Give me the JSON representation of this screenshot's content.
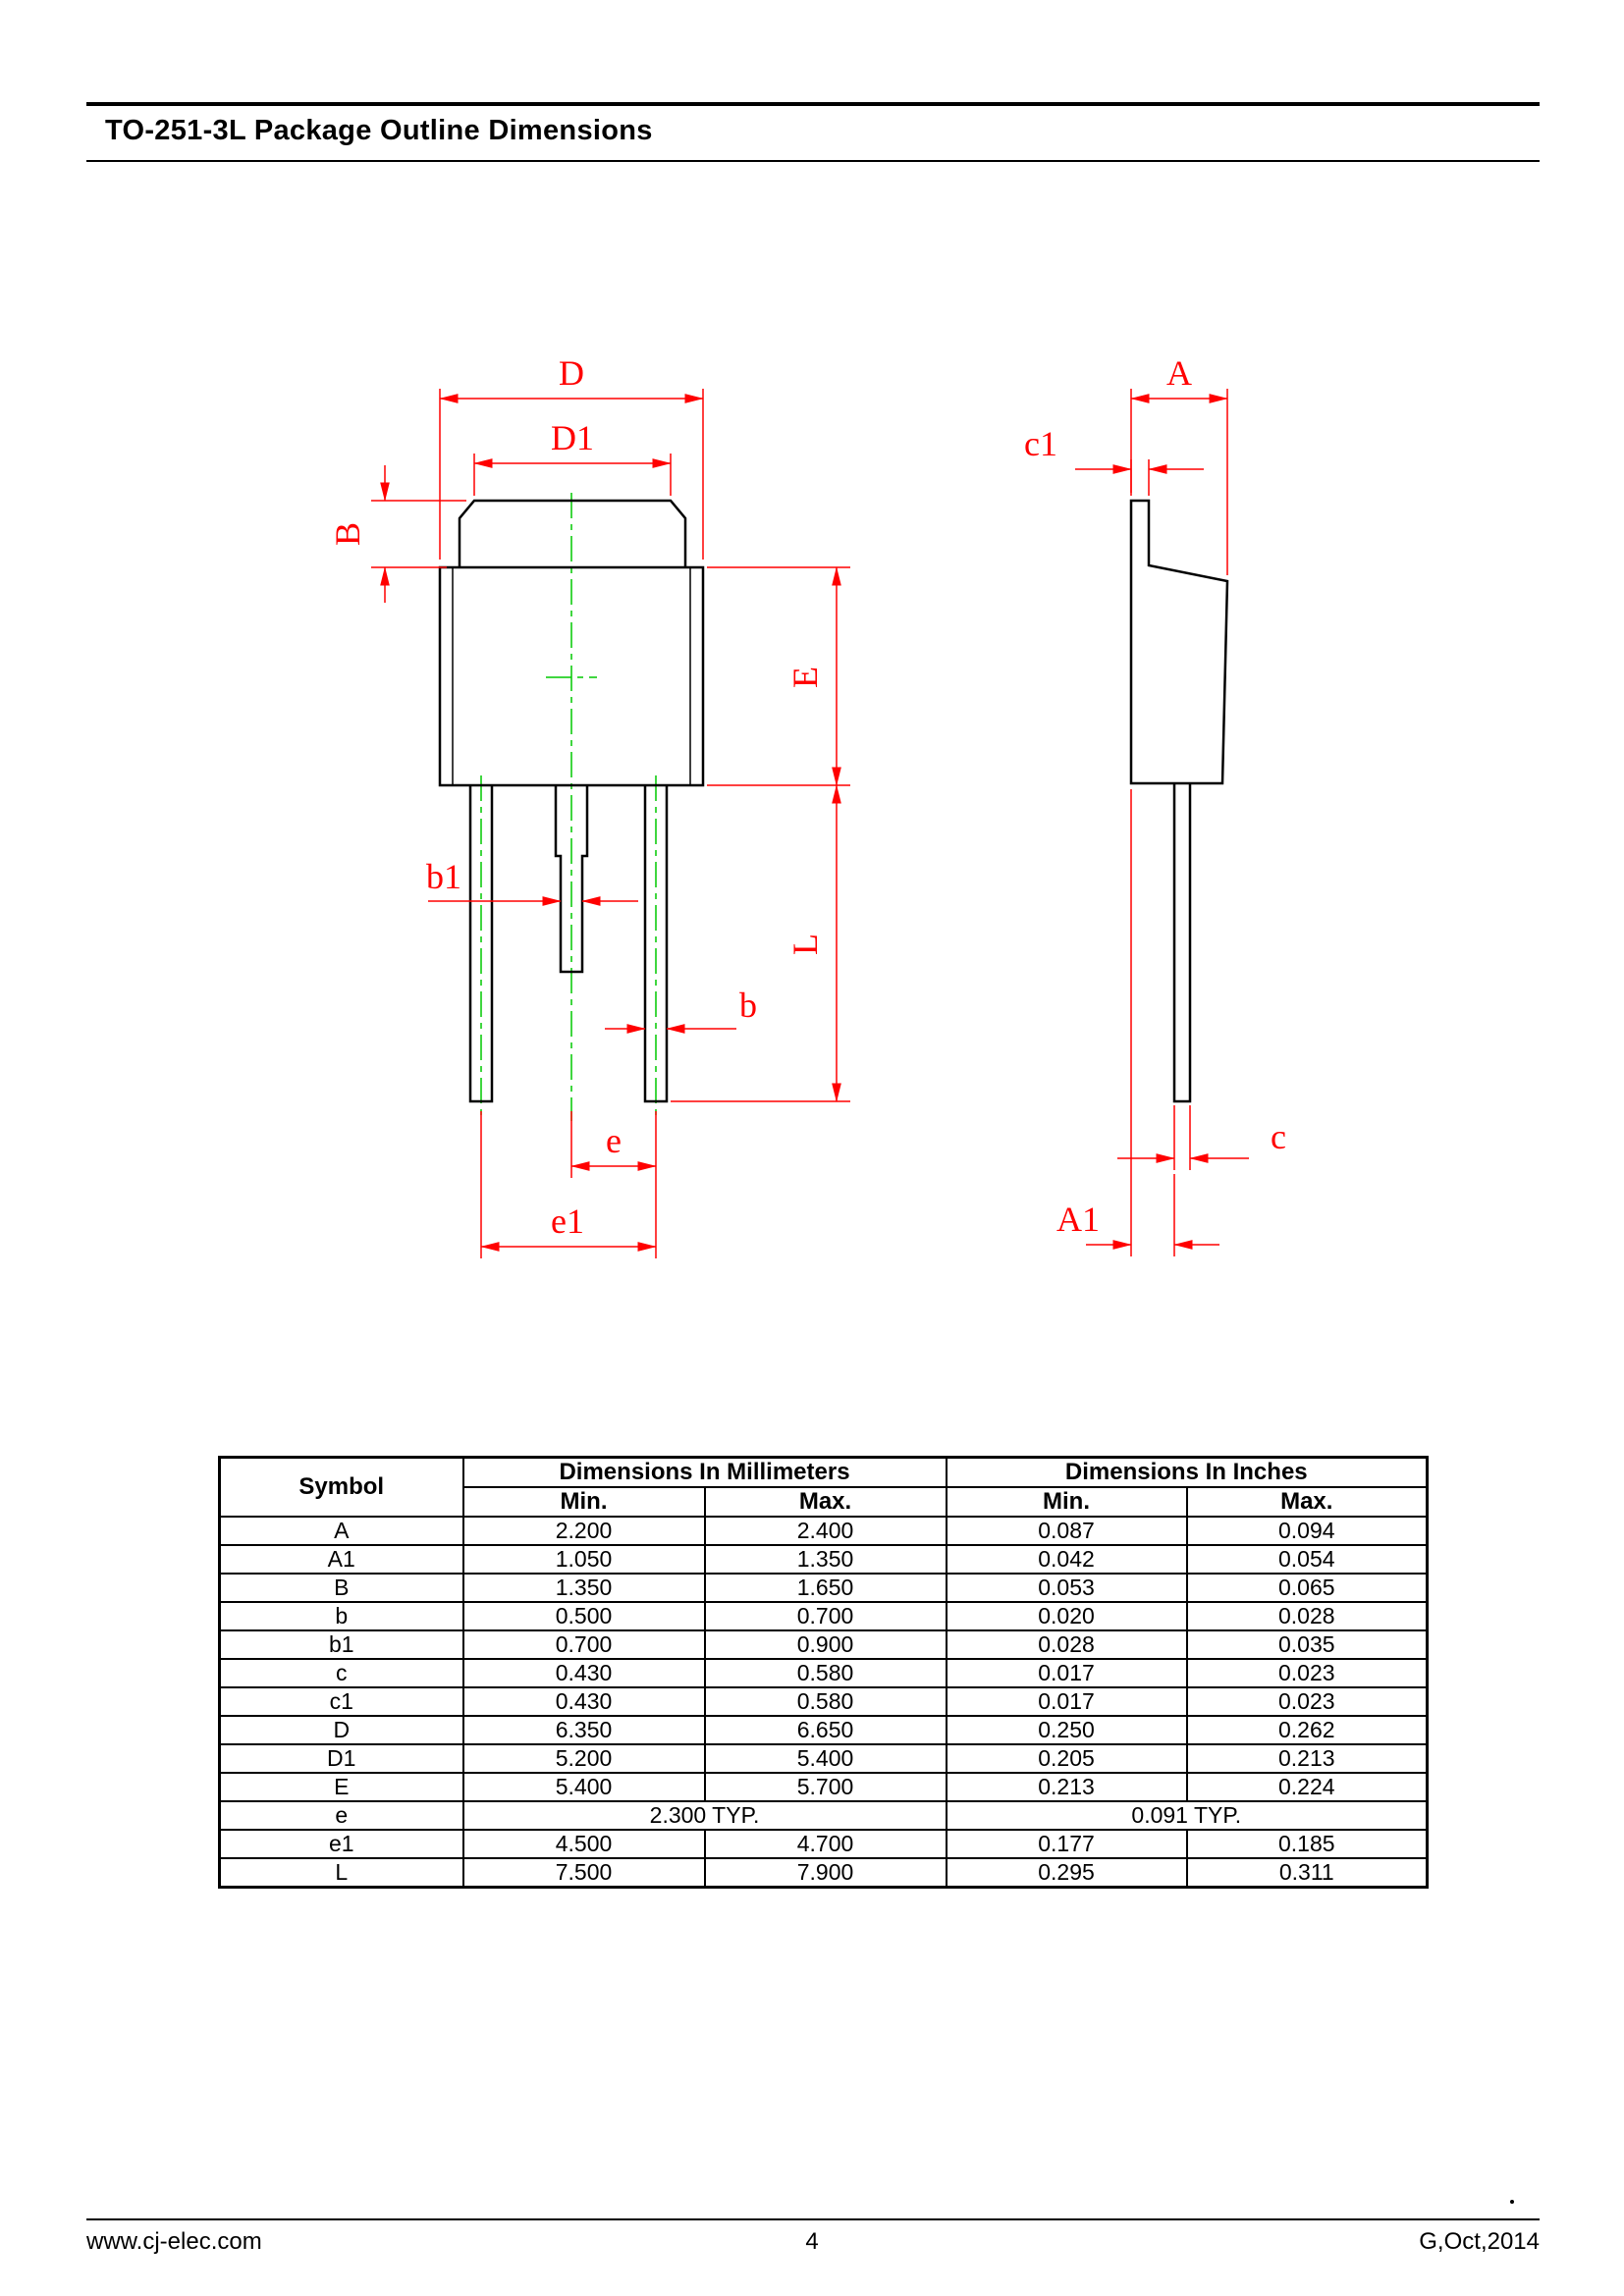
{
  "header": {
    "title": "TO-251-3L Package Outline Dimensions"
  },
  "drawing": {
    "labels": {
      "D": "D",
      "D1": "D1",
      "B": "B",
      "E": "E",
      "L": "L",
      "b1": "b1",
      "b": "b",
      "e": "e",
      "e1": "e1",
      "A": "A",
      "c1": "c1",
      "A1": "A1",
      "c": "c"
    },
    "colors": {
      "dimension_red": "#ff0000",
      "centerline_green": "#00c800",
      "outline_black": "#000000"
    }
  },
  "table": {
    "headers": {
      "symbol": "Symbol",
      "millimeters": "Dimensions In Millimeters",
      "inches": "Dimensions In Inches",
      "min": "Min.",
      "max": "Max."
    },
    "rows": [
      {
        "symbol": "A",
        "mm_min": "2.200",
        "mm_max": "2.400",
        "in_min": "0.087",
        "in_max": "0.094"
      },
      {
        "symbol": "A1",
        "mm_min": "1.050",
        "mm_max": "1.350",
        "in_min": "0.042",
        "in_max": "0.054"
      },
      {
        "symbol": "B",
        "mm_min": "1.350",
        "mm_max": "1.650",
        "in_min": "0.053",
        "in_max": "0.065"
      },
      {
        "symbol": "b",
        "mm_min": "0.500",
        "mm_max": "0.700",
        "in_min": "0.020",
        "in_max": "0.028"
      },
      {
        "symbol": "b1",
        "mm_min": "0.700",
        "mm_max": "0.900",
        "in_min": "0.028",
        "in_max": "0.035"
      },
      {
        "symbol": "c",
        "mm_min": "0.430",
        "mm_max": "0.580",
        "in_min": "0.017",
        "in_max": "0.023"
      },
      {
        "symbol": "c1",
        "mm_min": "0.430",
        "mm_max": "0.580",
        "in_min": "0.017",
        "in_max": "0.023"
      },
      {
        "symbol": "D",
        "mm_min": "6.350",
        "mm_max": "6.650",
        "in_min": "0.250",
        "in_max": "0.262"
      },
      {
        "symbol": "D1",
        "mm_min": "5.200",
        "mm_max": "5.400",
        "in_min": "0.205",
        "in_max": "0.213"
      },
      {
        "symbol": "E",
        "mm_min": "5.400",
        "mm_max": "5.700",
        "in_min": "0.213",
        "in_max": "0.224"
      },
      {
        "symbol": "e",
        "typ": true,
        "mm_typ": "2.300 TYP.",
        "in_typ": "0.091 TYP."
      },
      {
        "symbol": "e1",
        "mm_min": "4.500",
        "mm_max": "4.700",
        "in_min": "0.177",
        "in_max": "0.185"
      },
      {
        "symbol": "L",
        "mm_min": "7.500",
        "mm_max": "7.900",
        "in_min": "0.295",
        "in_max": "0.311"
      }
    ]
  },
  "footer": {
    "website": "www.cj-elec.com",
    "page_number": "4",
    "revision": "G,Oct,2014"
  }
}
